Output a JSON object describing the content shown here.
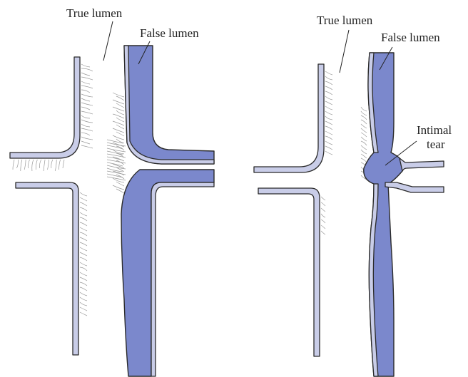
{
  "colors": {
    "false_lumen": "#7b88cc",
    "vessel_wall": "#c9cde8",
    "outline": "#2a2a2a",
    "text": "#222222"
  },
  "panels": [
    {
      "true_lumen_label": "True lumen",
      "false_lumen_label": "False lumen"
    },
    {
      "true_lumen_label": "True lumen",
      "false_lumen_label": "False lumen",
      "tear_label_line1": "Intimal",
      "tear_label_line2": "tear"
    }
  ]
}
